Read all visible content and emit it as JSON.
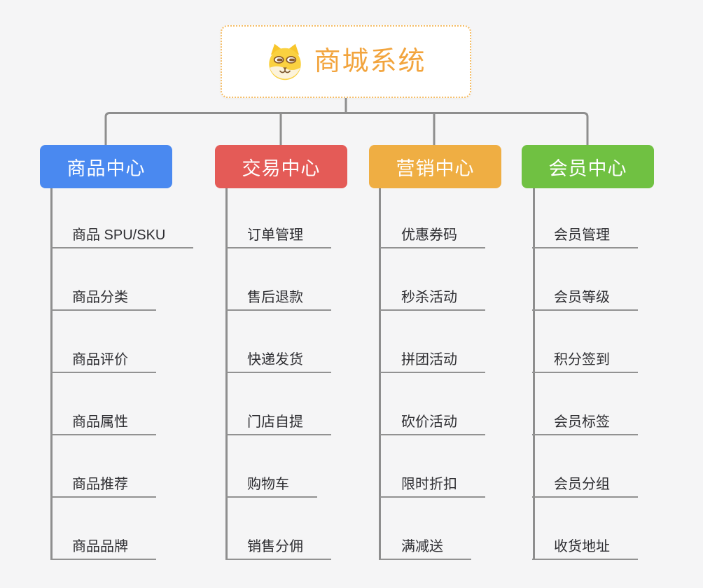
{
  "root": {
    "title": "商城系统",
    "accent_color": "#f2a43d",
    "border_color": "#f5bd66",
    "icon": "dog-face-icon"
  },
  "columns": [
    {
      "label": "商品中心",
      "color": "#4a89f0",
      "items": [
        "商品 SPU/SKU",
        "商品分类",
        "商品评价",
        "商品属性",
        "商品推荐",
        "商品品牌"
      ]
    },
    {
      "label": "交易中心",
      "color": "#e45b57",
      "items": [
        "订单管理",
        "售后退款",
        "快递发货",
        "门店自提",
        "购物车",
        "销售分佣"
      ]
    },
    {
      "label": "营销中心",
      "color": "#efae43",
      "items": [
        "优惠券码",
        "秒杀活动",
        "拼团活动",
        "砍价活动",
        "限时折扣",
        "满减送"
      ]
    },
    {
      "label": "会员中心",
      "color": "#70c142",
      "items": [
        "会员管理",
        "会员等级",
        "积分签到",
        "会员标签",
        "会员分组",
        "收货地址"
      ]
    }
  ],
  "style": {
    "line_color": "#8e8e8e",
    "background": "#f5f5f6",
    "leaf_text_color": "#2e2e32"
  }
}
